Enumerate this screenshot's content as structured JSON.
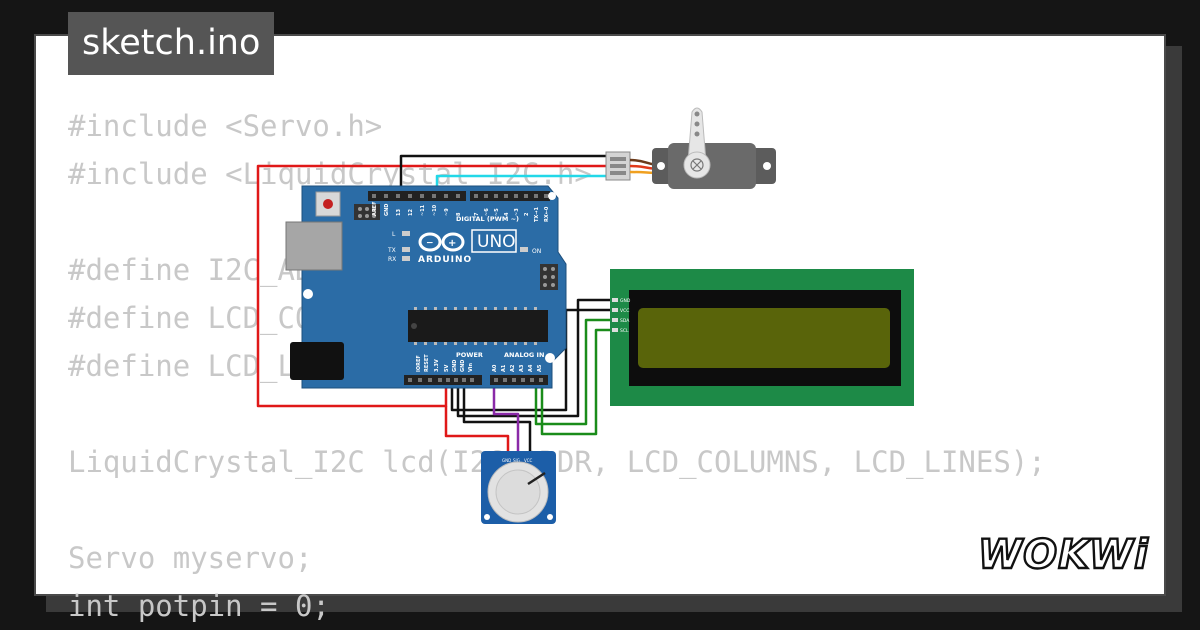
{
  "tab": {
    "filename": "sketch.ino"
  },
  "code_lines": [
    "#include <Servo.h>",
    "#include <LiquidCrystal_I2C.h>",
    "",
    "#define I2C_ADDR 0x27",
    "#define LCD_COLUMNS 16",
    "#define LCD_LINES 2",
    "",
    "LiquidCrystal_I2C lcd(I2C_ADDR, LCD_COLUMNS, LCD_LINES);",
    "",
    "Servo myservo;",
    "int potpin = 0;"
  ],
  "board": {
    "model": "UNO",
    "brand": "ARDUINO",
    "digital_label": "DIGITAL (PWM ~)",
    "power_label": "POWER",
    "analog_label": "ANALOG IN",
    "on_label": "ON",
    "led_l": "L",
    "led_tx": "TX",
    "led_rx": "RX",
    "digital_pins": [
      "AREF",
      "GND",
      "13",
      "12",
      "~11",
      "~10",
      "~9",
      "8",
      "7",
      "~6",
      "~5",
      "4",
      "~3",
      "2",
      "TX→1",
      "RX←0"
    ],
    "power_pins": [
      "IOREF",
      "RESET",
      "3.3V",
      "5V",
      "GND",
      "GND",
      "Vin"
    ],
    "analog_pins": [
      "A0",
      "A1",
      "A2",
      "A3",
      "A4",
      "A5"
    ]
  },
  "lcd": {
    "pins": [
      "GND",
      "VCC",
      "SDA",
      "SCL"
    ]
  },
  "pot": {
    "pins": [
      "GND",
      "SIG",
      "VCC"
    ]
  },
  "logo": {
    "text": "WOKWi"
  },
  "colors": {
    "board": "#2b6ca6",
    "lcd_pcb": "#1d8a47",
    "lcd_screen": "#59640a",
    "wire_red": "#e01818",
    "wire_black": "#111111",
    "wire_cyan": "#22d8e8",
    "wire_green": "#1a8c1a",
    "wire_purple": "#8a2aa8",
    "servo_body": "#5c5c5c"
  }
}
